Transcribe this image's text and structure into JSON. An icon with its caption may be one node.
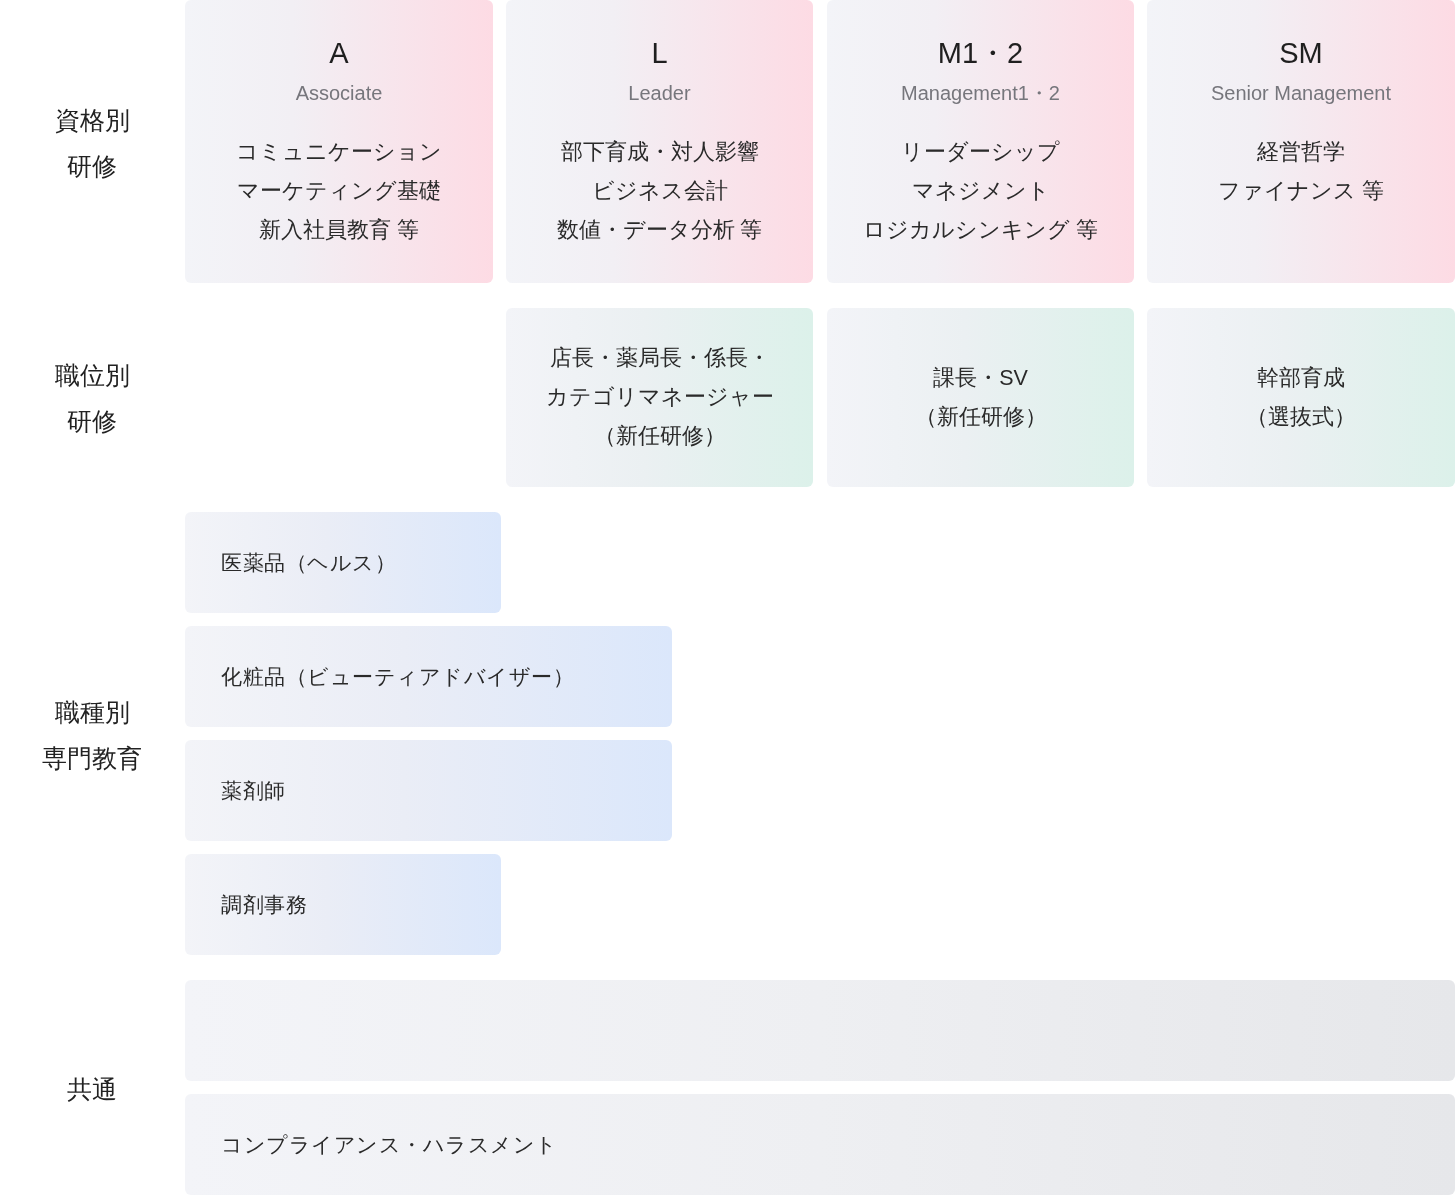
{
  "diagram": {
    "nodes": [
      {
        "text": [
          "A",
          "Associate",
          "コミュニケーション",
          "マーケティング基礎",
          "新入社員教育 等"
        ]
      },
      {
        "text": [
          "L",
          "Leader",
          "部下育成・対人影響",
          "ビジネス会計",
          "数値・データ分析 等"
        ]
      },
      {
        "text": [
          "M1・2",
          "Management1・2",
          "リーダーシップ",
          "マネジメント",
          "ロジカルシンキング 等"
        ]
      },
      {
        "text": [
          "SM",
          "Senior Management",
          "経営哲学",
          "ファイナンス 等"
        ]
      },
      {
        "text": [
          "店長・薬局長・係長・カテゴリマネージャー",
          "（新任研修）"
        ]
      },
      {
        "text": [
          "課長・SV",
          "（新任研修）"
        ]
      },
      {
        "text": [
          "幹部育成",
          "（選抜式）"
        ]
      },
      {
        "text": [
          "医薬品（ヘルス）"
        ]
      },
      {
        "text": [
          "化粧品（ビューティアドバイザー）"
        ]
      },
      {
        "text": [
          "薬剤師"
        ]
      },
      {
        "text": [
          "調剤事務"
        ]
      },
      {
        "text": [],
        "shape": "bar"
      },
      {
        "text": [
          "コンプライアンス・ハラスメント"
        ]
      }
    ],
    "labels": [
      "資格別研修",
      "職位別研修",
      "職種別専門教育",
      "共通"
    ]
  }
}
